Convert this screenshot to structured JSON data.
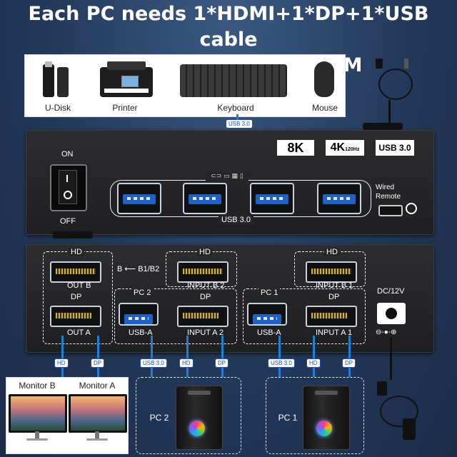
{
  "headline": {
    "line1": "Each PC needs 1*HDMI+1*DP+1*USB cable",
    "line2": "to connect with the KVM"
  },
  "peripherals": [
    {
      "label": "U-Disk",
      "icon": "usb-drive-icon"
    },
    {
      "label": "Printer",
      "icon": "printer-icon"
    },
    {
      "label": "Keyboard",
      "icon": "keyboard-icon"
    },
    {
      "label": "Mouse",
      "icon": "mouse-icon"
    }
  ],
  "front_panel": {
    "usb_tag": "USB 3.0",
    "power_on": "ON",
    "power_off": "OFF",
    "badge_8k": "8K",
    "badge_4k": "4K",
    "badge_120hz": "120Hz",
    "badge_usb": "USB 3.0",
    "usb_label": "USB  3.0",
    "wired_remote": "Wired Remote"
  },
  "rear_panel": {
    "b_switch": "B",
    "b_switch_target": "B1/B2",
    "out_group": {
      "hd": "HD",
      "out_b": "OUT B",
      "dp": "DP",
      "out_a": "OUT A"
    },
    "pc2_group": {
      "pc": "PC 2",
      "hd": "HD",
      "input_b": "INPUT B 2",
      "dp": "DP",
      "usb_a": "USB-A",
      "input_a": "INPUT A 2"
    },
    "pc1_group": {
      "pc": "PC 1",
      "hd": "HD",
      "input_b": "INPUT B 1",
      "dp": "DP",
      "usb_a": "USB-A",
      "input_a": "INPUT A 1"
    },
    "power": {
      "label": "DC/12V",
      "polarity": "⊖-●-⊕"
    }
  },
  "cable_tags": {
    "hd": "HD",
    "dp": "DP",
    "usb": "USB 3.0"
  },
  "monitors": {
    "b": "Monitor B",
    "a": "Monitor A"
  },
  "pcs": {
    "pc2": "PC 2",
    "pc1": "PC 1"
  },
  "colors": {
    "background": "#23395a",
    "cable": "#1f7fd6",
    "accent_blue": "#1d62c9"
  }
}
